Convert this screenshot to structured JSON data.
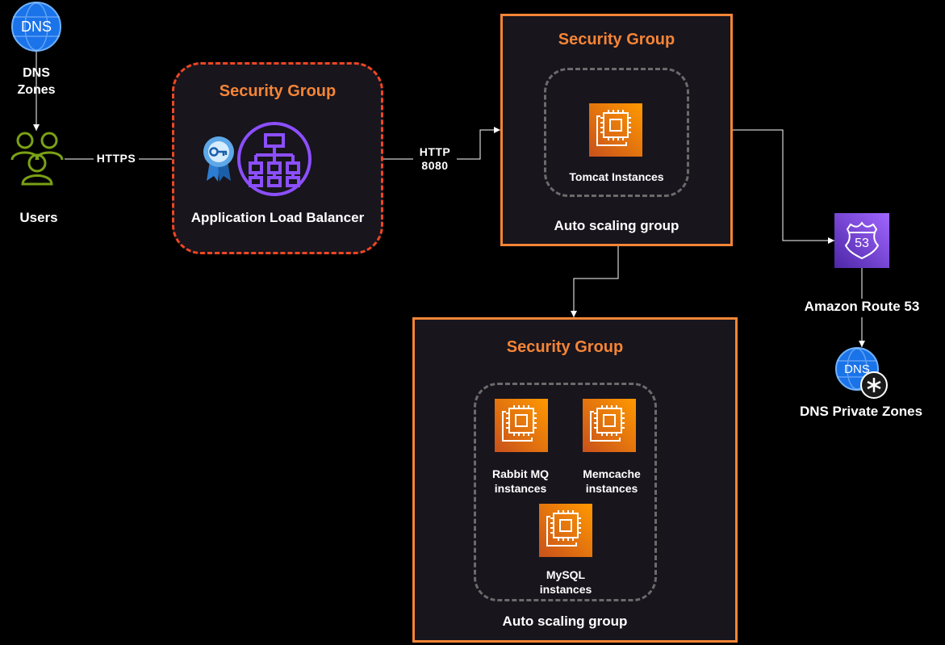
{
  "nodes": {
    "dns_zones": {
      "label": "DNS\nZones",
      "icon_text": "DNS"
    },
    "users": {
      "label": "Users"
    },
    "alb": {
      "label": "Application Load Balancer",
      "group_title": "Security Group"
    },
    "tomcat": {
      "group_title": "Security Group",
      "instance_label": "Tomcat Instances",
      "asg_label": "Auto scaling group"
    },
    "backend": {
      "group_title": "Security Group",
      "asg_label": "Auto scaling group",
      "rabbitmq": "Rabbit MQ\ninstances",
      "memcache": "Memcache\ninstances",
      "mysql": "MySQL\ninstances"
    },
    "route53": {
      "label": "Amazon Route 53",
      "badge": "53"
    },
    "dns_private": {
      "label": "DNS Private Zones",
      "icon_text": "DNS"
    }
  },
  "edges": {
    "users_to_alb": "HTTPS",
    "alb_to_tomcat": "HTTP\n8080"
  },
  "colors": {
    "security_group": "#f58536",
    "alb_border": "#ef4622",
    "elb_purple": "#8c4fff",
    "route53_purple": "#8c4fff",
    "dns_blue": "#1a73e8",
    "users_green": "#7aa116",
    "ec2_orange": "#ff9900"
  }
}
